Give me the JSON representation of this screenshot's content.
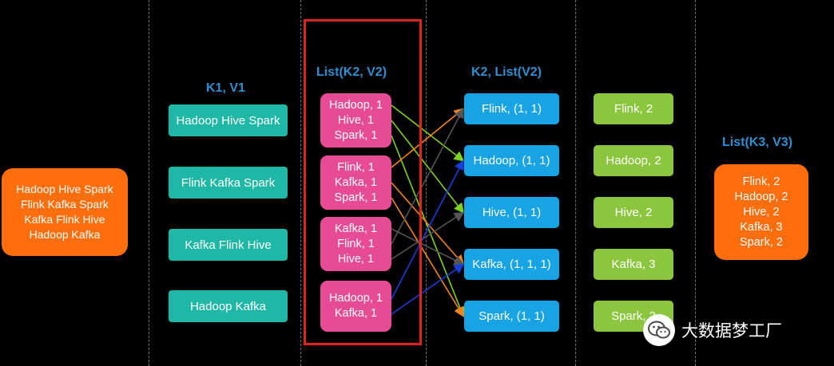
{
  "headers": {
    "k1v1": "K1, V1",
    "list_k2v2": "List(K2, V2)",
    "k2_list_v2": "K2, List(V2)",
    "list_k3v3": "List(K3, V3)"
  },
  "input": {
    "text": "Hadoop Hive Spark\nFlink Kafka Spark\nKafka Flink Hive\nHadoop Kafka"
  },
  "splits": [
    "Hadoop Hive Spark",
    "Flink Kafka Spark",
    "Kafka Flink Hive",
    "Hadoop Kafka"
  ],
  "map_outputs": [
    "Hadoop, 1\nHive, 1\nSpark, 1",
    "Flink, 1\nKafka, 1\nSpark, 1",
    "Kafka, 1\nFlink, 1\nHive, 1",
    "Hadoop, 1\nKafka, 1"
  ],
  "grouped": [
    "Flink, (1, 1)",
    "Hadoop, (1, 1)",
    "Hive, (1, 1)",
    "Kafka, (1, 1, 1)",
    "Spark, (1, 1)"
  ],
  "reduced": [
    "Flink, 2",
    "Hadoop, 2",
    "Hive, 2",
    "Kafka, 3",
    "Spark, 2"
  ],
  "final": {
    "text": "Flink, 2\nHadoop, 2\nHive, 2\nKafka, 3\nSpark, 2"
  },
  "watermark": {
    "text": "大数据梦工厂",
    "icon": "wechat-icon"
  },
  "colors": {
    "edge_green": "#7ed321",
    "edge_orange": "#f5821f",
    "edge_gray": "#555555",
    "edge_blue": "#1a3fd6",
    "frame": "#e0241d"
  },
  "shuffle_edges": [
    {
      "from": 0,
      "line": 0,
      "to": 1,
      "color": "edge_green"
    },
    {
      "from": 0,
      "line": 1,
      "to": 2,
      "color": "edge_green"
    },
    {
      "from": 0,
      "line": 2,
      "to": 4,
      "color": "edge_green"
    },
    {
      "from": 1,
      "line": 0,
      "to": 0,
      "color": "edge_orange"
    },
    {
      "from": 1,
      "line": 1,
      "to": 3,
      "color": "edge_orange"
    },
    {
      "from": 1,
      "line": 2,
      "to": 4,
      "color": "edge_orange"
    },
    {
      "from": 2,
      "line": 0,
      "to": 3,
      "color": "edge_gray"
    },
    {
      "from": 2,
      "line": 1,
      "to": 0,
      "color": "edge_gray"
    },
    {
      "from": 2,
      "line": 2,
      "to": 2,
      "color": "edge_gray"
    },
    {
      "from": 3,
      "line": 0,
      "to": 1,
      "color": "edge_blue"
    },
    {
      "from": 3,
      "line": 1,
      "to": 3,
      "color": "edge_blue"
    }
  ]
}
